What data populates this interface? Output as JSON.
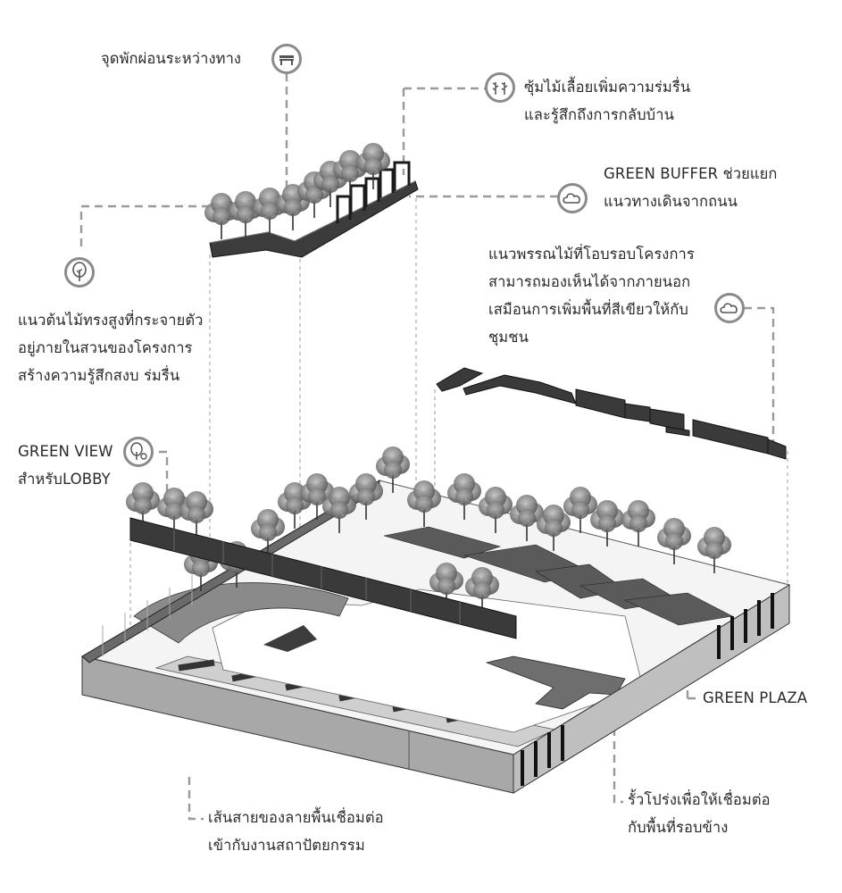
{
  "labels": {
    "rest_stop": "จุดพักผ่อนระหว่างทาง",
    "tunnel": [
      "ซุ้มไม้เลื้อยเพิ่มความร่มรื่น",
      "และรู้สึกถึงการกลับบ้าน"
    ],
    "green_buffer": [
      "GREEN BUFFER ช่วยแยก",
      "แนวทางเดินจากถนน"
    ],
    "perimeter": [
      "แนวพรรณไม้ที่โอบรอบโครงการ",
      "สามารถมองเห็นได้จากภายนอก",
      "เสมือนการเพิ่มพื้นที่สีเขียวให้กับ",
      "ชุมชน"
    ],
    "tall_trees": [
      "แนวต้นไม้ทรงสูงที่กระจายตัว",
      "อยู่ภายในสวนของโครงการ",
      "สร้างความรู้สึกสงบ ร่มรื่น"
    ],
    "green_view": [
      "GREEN VIEW",
      "สำหรับLOBBY"
    ],
    "green_plaza": "GREEN PLAZA",
    "paving": [
      "เส้นสายของลายพื้นเชื่อมต่อ",
      "เข้ากับงานสถาปัตยกรรม"
    ],
    "fence": [
      "รั้วโปร่งเพื่อให้เชื่อมต่อ",
      "กับพื้นที่รอบข้าง"
    ]
  },
  "icons": [
    "bench-icon",
    "vine-tunnel-icon",
    "cloud-bush-icon",
    "cloud-bush-icon",
    "tree-icon",
    "tree-view-icon"
  ]
}
